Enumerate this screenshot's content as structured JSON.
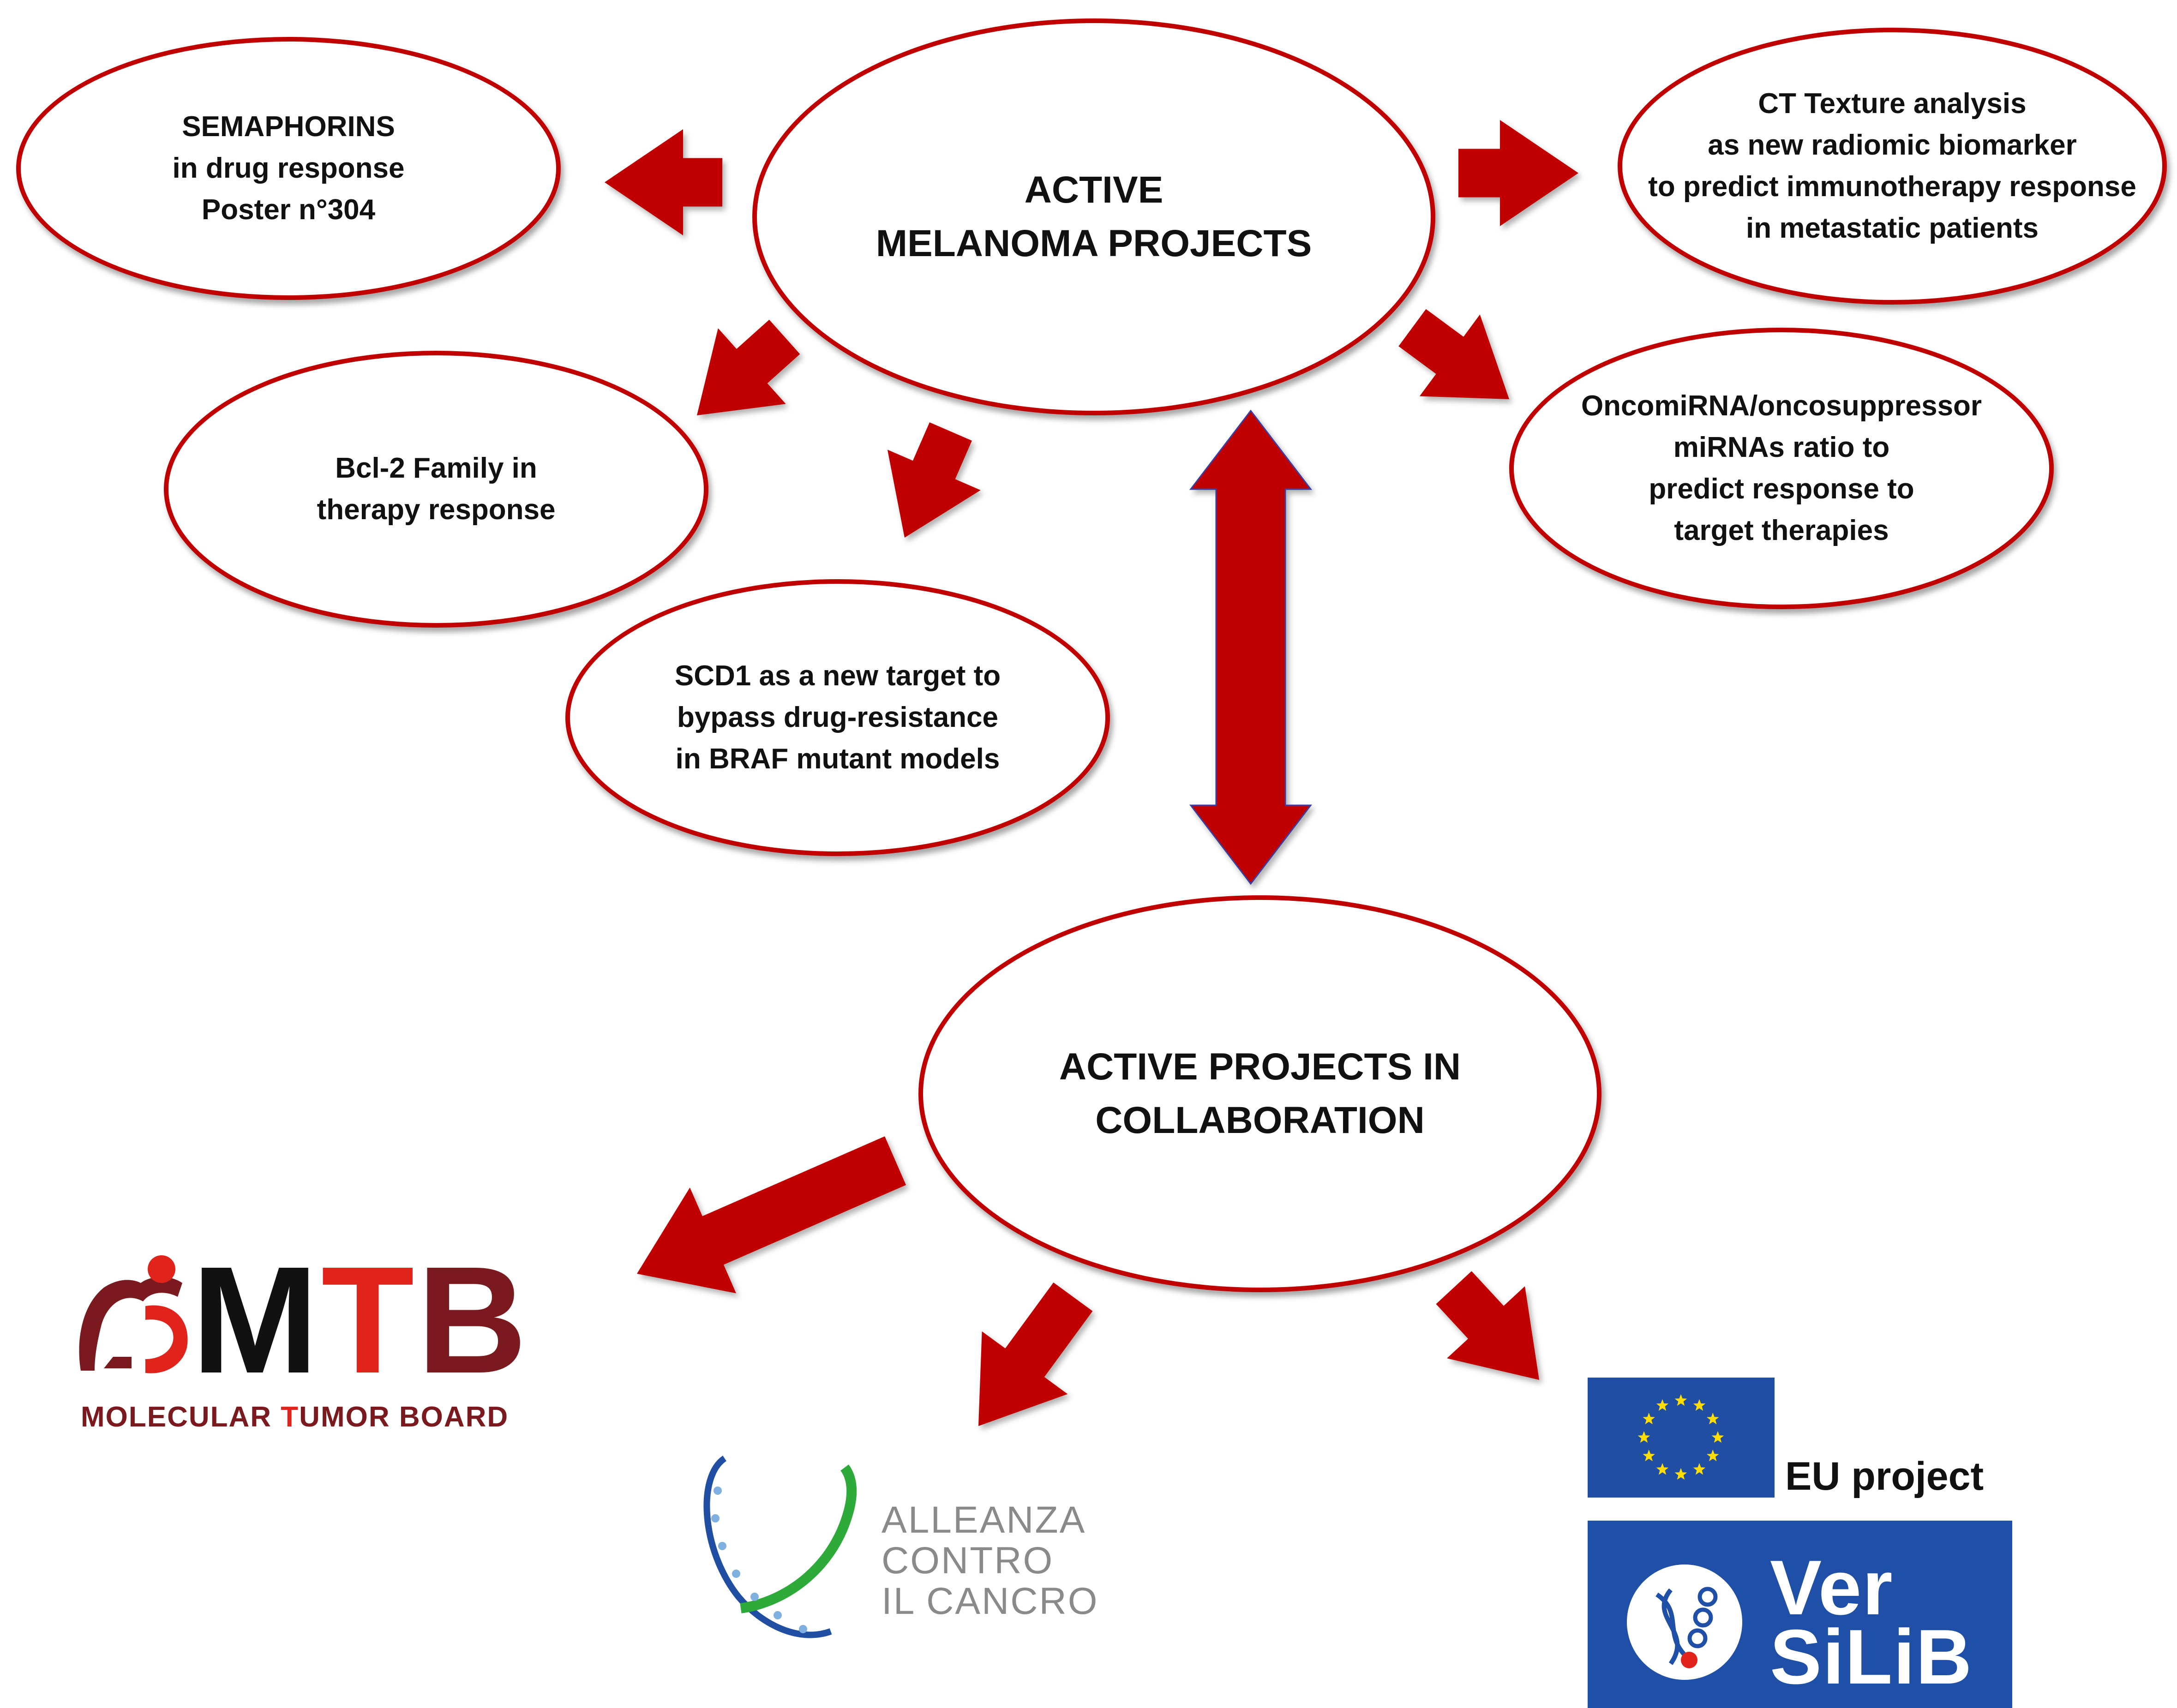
{
  "colors": {
    "accent": "#c00000",
    "arrow": "#c00000",
    "mtb_dark": "#7a1a1f",
    "mtb_red": "#e0241b",
    "eu_blue": "#1f4ea3",
    "eu_star": "#ffdd00",
    "versilib_blue": "#1f4fa6"
  },
  "main": {
    "line1": "ACTIVE",
    "line2": "MELANOMA PROJECTS"
  },
  "collab": {
    "line1": "ACTIVE PROJECTS IN",
    "line2": "COLLABORATION"
  },
  "projects": {
    "semaphorins": [
      "SEMAPHORINS",
      "in drug response",
      "Poster  n°304"
    ],
    "ct_texture": [
      "CT Texture analysis",
      "as new radiomic biomarker",
      "to predict immunotherapy response",
      "in metastatic patients"
    ],
    "bcl2": [
      "Bcl-2 Family in",
      "therapy response"
    ],
    "oncomirna": [
      "OncomiRNA/oncosuppressor",
      "miRNAs ratio to",
      "predict response to",
      "target therapies"
    ],
    "scd1": [
      "SCD1 as a new target to",
      "bypass drug-resistance",
      "in BRAF mutant models"
    ]
  },
  "logos": {
    "mtb": {
      "letters": "MTB",
      "subtitle_parts": [
        "MOLECULAR ",
        "T",
        "UMOR BOARD"
      ]
    },
    "alleanza": {
      "lines": [
        "ALLEANZA",
        "CONTRO",
        "IL CANCRO"
      ]
    },
    "eu": {
      "label": "EU project"
    },
    "versilib": {
      "line1": "Ver",
      "line2": "SiLiB"
    }
  }
}
